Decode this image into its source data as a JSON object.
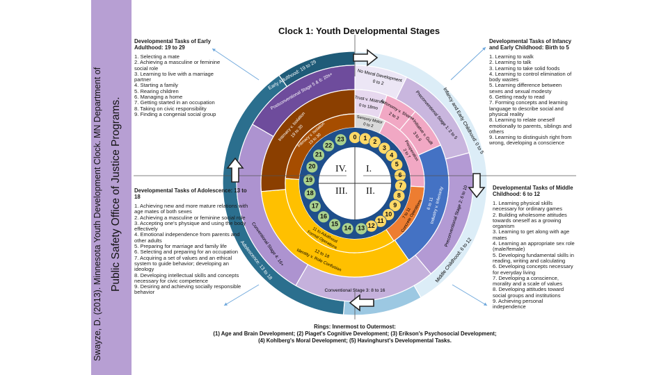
{
  "citation": {
    "line1": "Swayze, D. (2013). Minnesota Youth Development Clock. MN Department of",
    "line2": "Public Safety Office of Justice Programs."
  },
  "title": "Clock 1: Youth Developmental Stages",
  "quadrants": [
    "I.",
    "II.",
    "III.",
    "IV."
  ],
  "ages": [
    {
      "n": "0",
      "a": 0
    },
    {
      "n": "1",
      "a": 13
    },
    {
      "n": "2",
      "a": 26
    },
    {
      "n": "3",
      "a": 40
    },
    {
      "n": "4",
      "a": 53
    },
    {
      "n": "5",
      "a": 66
    },
    {
      "n": "6",
      "a": 80
    },
    {
      "n": "7",
      "a": 93
    },
    {
      "n": "8",
      "a": 106
    },
    {
      "n": "9",
      "a": 119
    },
    {
      "n": "10",
      "a": 133
    },
    {
      "n": "11",
      "a": 146
    },
    {
      "n": "12",
      "a": 159
    },
    {
      "n": "13",
      "a": 172
    },
    {
      "n": "14",
      "a": 189
    },
    {
      "n": "15",
      "a": 206
    },
    {
      "n": "16",
      "a": 223
    },
    {
      "n": "17",
      "a": 240
    },
    {
      "n": "18",
      "a": 257
    },
    {
      "n": "19",
      "a": 274
    },
    {
      "n": "20",
      "a": 291
    },
    {
      "n": "21",
      "a": 308
    },
    {
      "n": "22",
      "a": 325
    },
    {
      "n": "23",
      "a": 342
    }
  ],
  "rings": {
    "piaget": [
      {
        "label": "Sensory Motor",
        "sub": "0 to 2",
        "color": "#d9d9d9"
      },
      {
        "label": "Preoperation",
        "sub": "2 to 7",
        "color": "#f1a8c4"
      },
      {
        "label": "Concrete Operations",
        "sub": "7 to 11",
        "color": "#ed7d31"
      },
      {
        "label": "Formal Operations",
        "sub": "11 to Adulthood",
        "color": "#ffc000"
      },
      {
        "label": "Intimacy v. Isolation",
        "sub": "19 to 30",
        "color": "#a64d00"
      }
    ],
    "erikson": [
      {
        "label": "Trust v. Mistrust",
        "sub": "0 to 18mo",
        "color": "#e7d8ef"
      },
      {
        "label": "Autonomy v. Shame",
        "sub": "2 to 3",
        "color": "#f1a8c4"
      },
      {
        "label": "Initiative v. Guilt",
        "sub": "3 to 6",
        "color": "#f1a8c4"
      },
      {
        "label": "Industry v. Inferiority",
        "sub": "6 to 11",
        "color": "#4472c4"
      },
      {
        "label": "Identity v. Role Confusion",
        "sub": "12 to 18",
        "color": "#ffc000"
      },
      {
        "label": "Intimacy v. Isolation",
        "sub": "19 to 30",
        "color": "#8b3f00"
      }
    ],
    "kohlberg": [
      {
        "label": "No Moral Development",
        "sub": "0 to 2",
        "color": "#ece6f5"
      },
      {
        "label": "Preconventional Stage 1: 2 to 5",
        "color": "#c9b6de"
      },
      {
        "label": "Preconventional Stage 2: 6 to 10",
        "color": "#b39ad4"
      },
      {
        "label": "Conventional Stage 3: 8 to 16",
        "color": "#c5b1dc"
      },
      {
        "label": "Conventional Stage 4: 16+",
        "color": "#ad93d0"
      },
      {
        "label": "Postconventional Stage 5 & 6: 20s+",
        "color": "#6e4c9c"
      }
    ],
    "havighurst": [
      {
        "label": "Infancy and Early Childhood: 0 to 5",
        "color": "#dcedf7"
      },
      {
        "label": "Middle Childhood: 6 to 12",
        "color": "#9cc8e2"
      },
      {
        "label": "Adolescence: 13 to 18",
        "color": "#2b6f8e"
      },
      {
        "label": "Early Adulthood: 19 to 29",
        "color": "#1f5b78"
      }
    ]
  },
  "tasks": {
    "early_adulthood": {
      "heading": "Developmental Tasks of Early Adulthood: 19 to 29",
      "items": [
        "1. Selecting a mate",
        "2. Achieving a masculine or feminine social role",
        "3. Learning to live with a marriage partner",
        "4. Starting a family",
        "5. Rearing children",
        "6. Managing a home",
        "7. Getting started in an occupation",
        "8. Taking on civic responsibility",
        "9. Finding a congenial social group"
      ]
    },
    "infancy": {
      "heading": "Developmental Tasks of Infancy and Early Childhood: Birth to 5",
      "items": [
        "1. Learning to walk",
        "2. Learning to talk",
        "3. Learning to take solid foods",
        "4. Learning to control elimination of body wastes",
        "5. Learning difference between sexes and sexual modesty",
        "6. Getting ready to read",
        "7. Forming concepts and learning language to describe social and physical reality",
        "8. Learning to relate oneself emotionally to parents, siblings and others",
        "9. Learning to distinguish right from wrong, developing a conscience"
      ]
    },
    "adolescence": {
      "heading": "Developmental Tasks of Adolescence: 13 to 18",
      "items": [
        "1. Achieving new and more mature relations with age mates of both sexes",
        "2. Achieving a masculine or feminine social role",
        "3. Accepting one's physique and using the body effectively",
        "4. Emotional independence from parents and other adults",
        "5. Preparing for marriage and family life",
        "6. Selecting and preparing for an occupation",
        "7. Acquiring a set of values and an ethical system to guide behavior; developing an ideology",
        "8. Developing intellectual skills and concepts necessary for civic competence",
        "9. Desiring and achieving socially responsible behavior"
      ]
    },
    "middle_childhood": {
      "heading": "Developmental Tasks of Middle Childhood: 6 to 12",
      "items": [
        "1. Learning physical skills necessary for ordinary games",
        "2. Building wholesome attitudes towards oneself as a growing organism",
        "3. Learning to get along with age mates",
        "4. Learning an appropriate sex role (male/female)",
        "5. Developing fundamental skills in reading, writing and calculating",
        "6. Developing concepts necessary for everyday living",
        "7. Developing a conscience, morality and a scale of values",
        "8. Developing attitudes toward social groups and institutions",
        "9. Achieving personal independence"
      ]
    }
  },
  "legend": {
    "line1": "Rings: Innermost to Outermost:",
    "line2": "(1) Age and Brain Development; (2) Piaget's Cognitive Development; (3) Erikson's Psychosocial Development;",
    "line3": "(4) Kohlberg's Moral Development; (5) Havinghurst's Developmental Tasks."
  }
}
